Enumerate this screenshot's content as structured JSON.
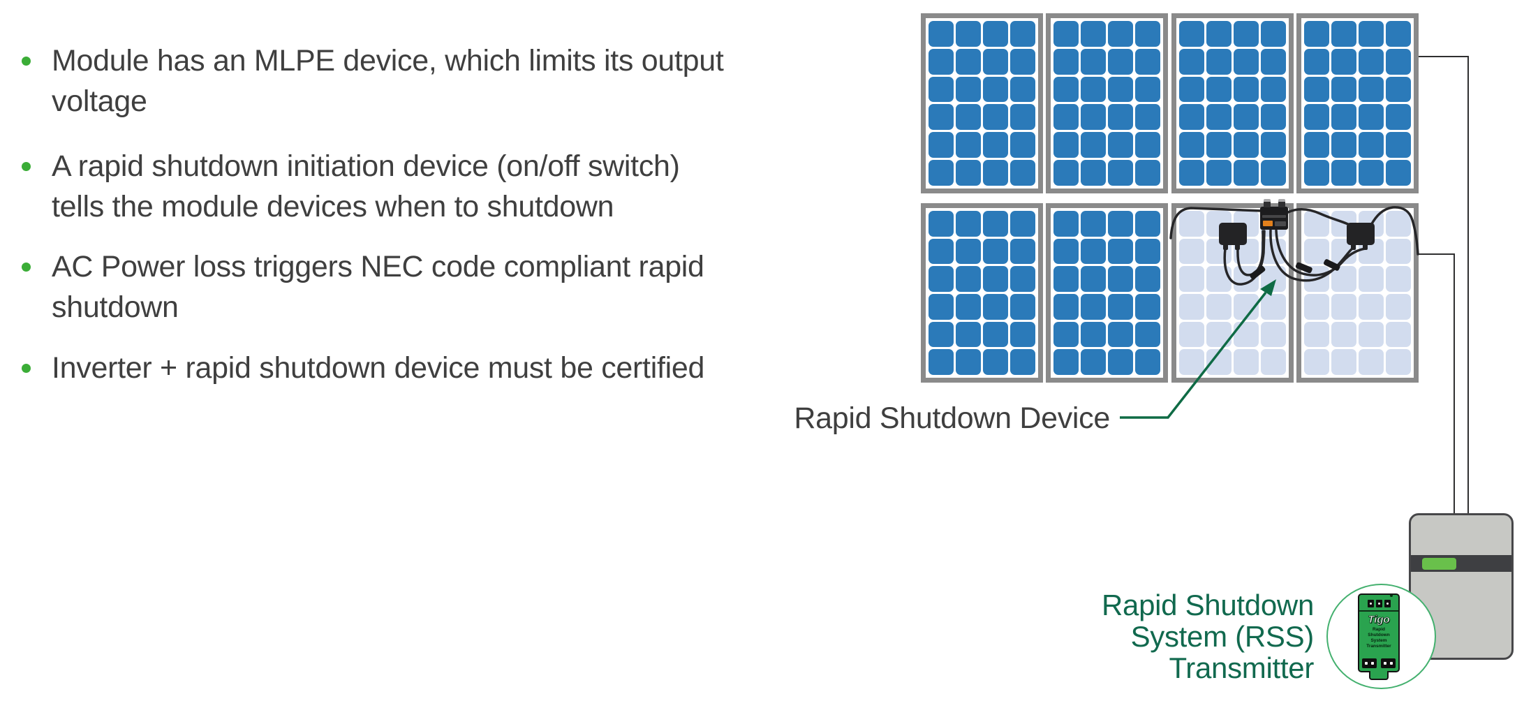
{
  "slide": {
    "bullets": [
      {
        "text": "Module has an MLPE device, which limits its output\nvoltage"
      },
      {
        "text": "A rapid shutdown initiation device (on/off switch)\ntells the module devices when to shutdown"
      },
      {
        "text": "AC Power loss triggers NEC code compliant rapid\nshutdown"
      },
      {
        "text": "Inverter + rapid shutdown device must be certified"
      }
    ]
  },
  "diagram": {
    "array": {
      "rows": 2,
      "cols": 4,
      "cells_per_panel": "4x6",
      "states": [
        [
          "on",
          "on",
          "on",
          "on"
        ],
        [
          "on",
          "on",
          "off",
          "off"
        ]
      ]
    },
    "labels": {
      "rapid_shutdown_device": "Rapid Shutdown Device",
      "rss_transmitter": "Rapid Shutdown\nSystem (RSS)\nTransmitter"
    },
    "transmitter_device": {
      "brand": "Tigo",
      "text": "Rapid\nShutdown\nSystem\nTransmitter"
    },
    "colors": {
      "bullet_green": "#3bad37",
      "text_gray": "#3f3f3f",
      "panel_blue": "#2b7ab9",
      "panel_shutdown_pale": "#d2dcee",
      "frame_gray": "#8a8a8a",
      "wire_dark": "#2f2f30",
      "leader_green": "#0f6b45",
      "label_green": "#11694e",
      "device_green": "#2aa34f",
      "circle_green": "#43b06e",
      "led_green": "#69c04b",
      "inverter_gray": "#c7c8c4",
      "chip_orange": "#e2801c"
    }
  }
}
